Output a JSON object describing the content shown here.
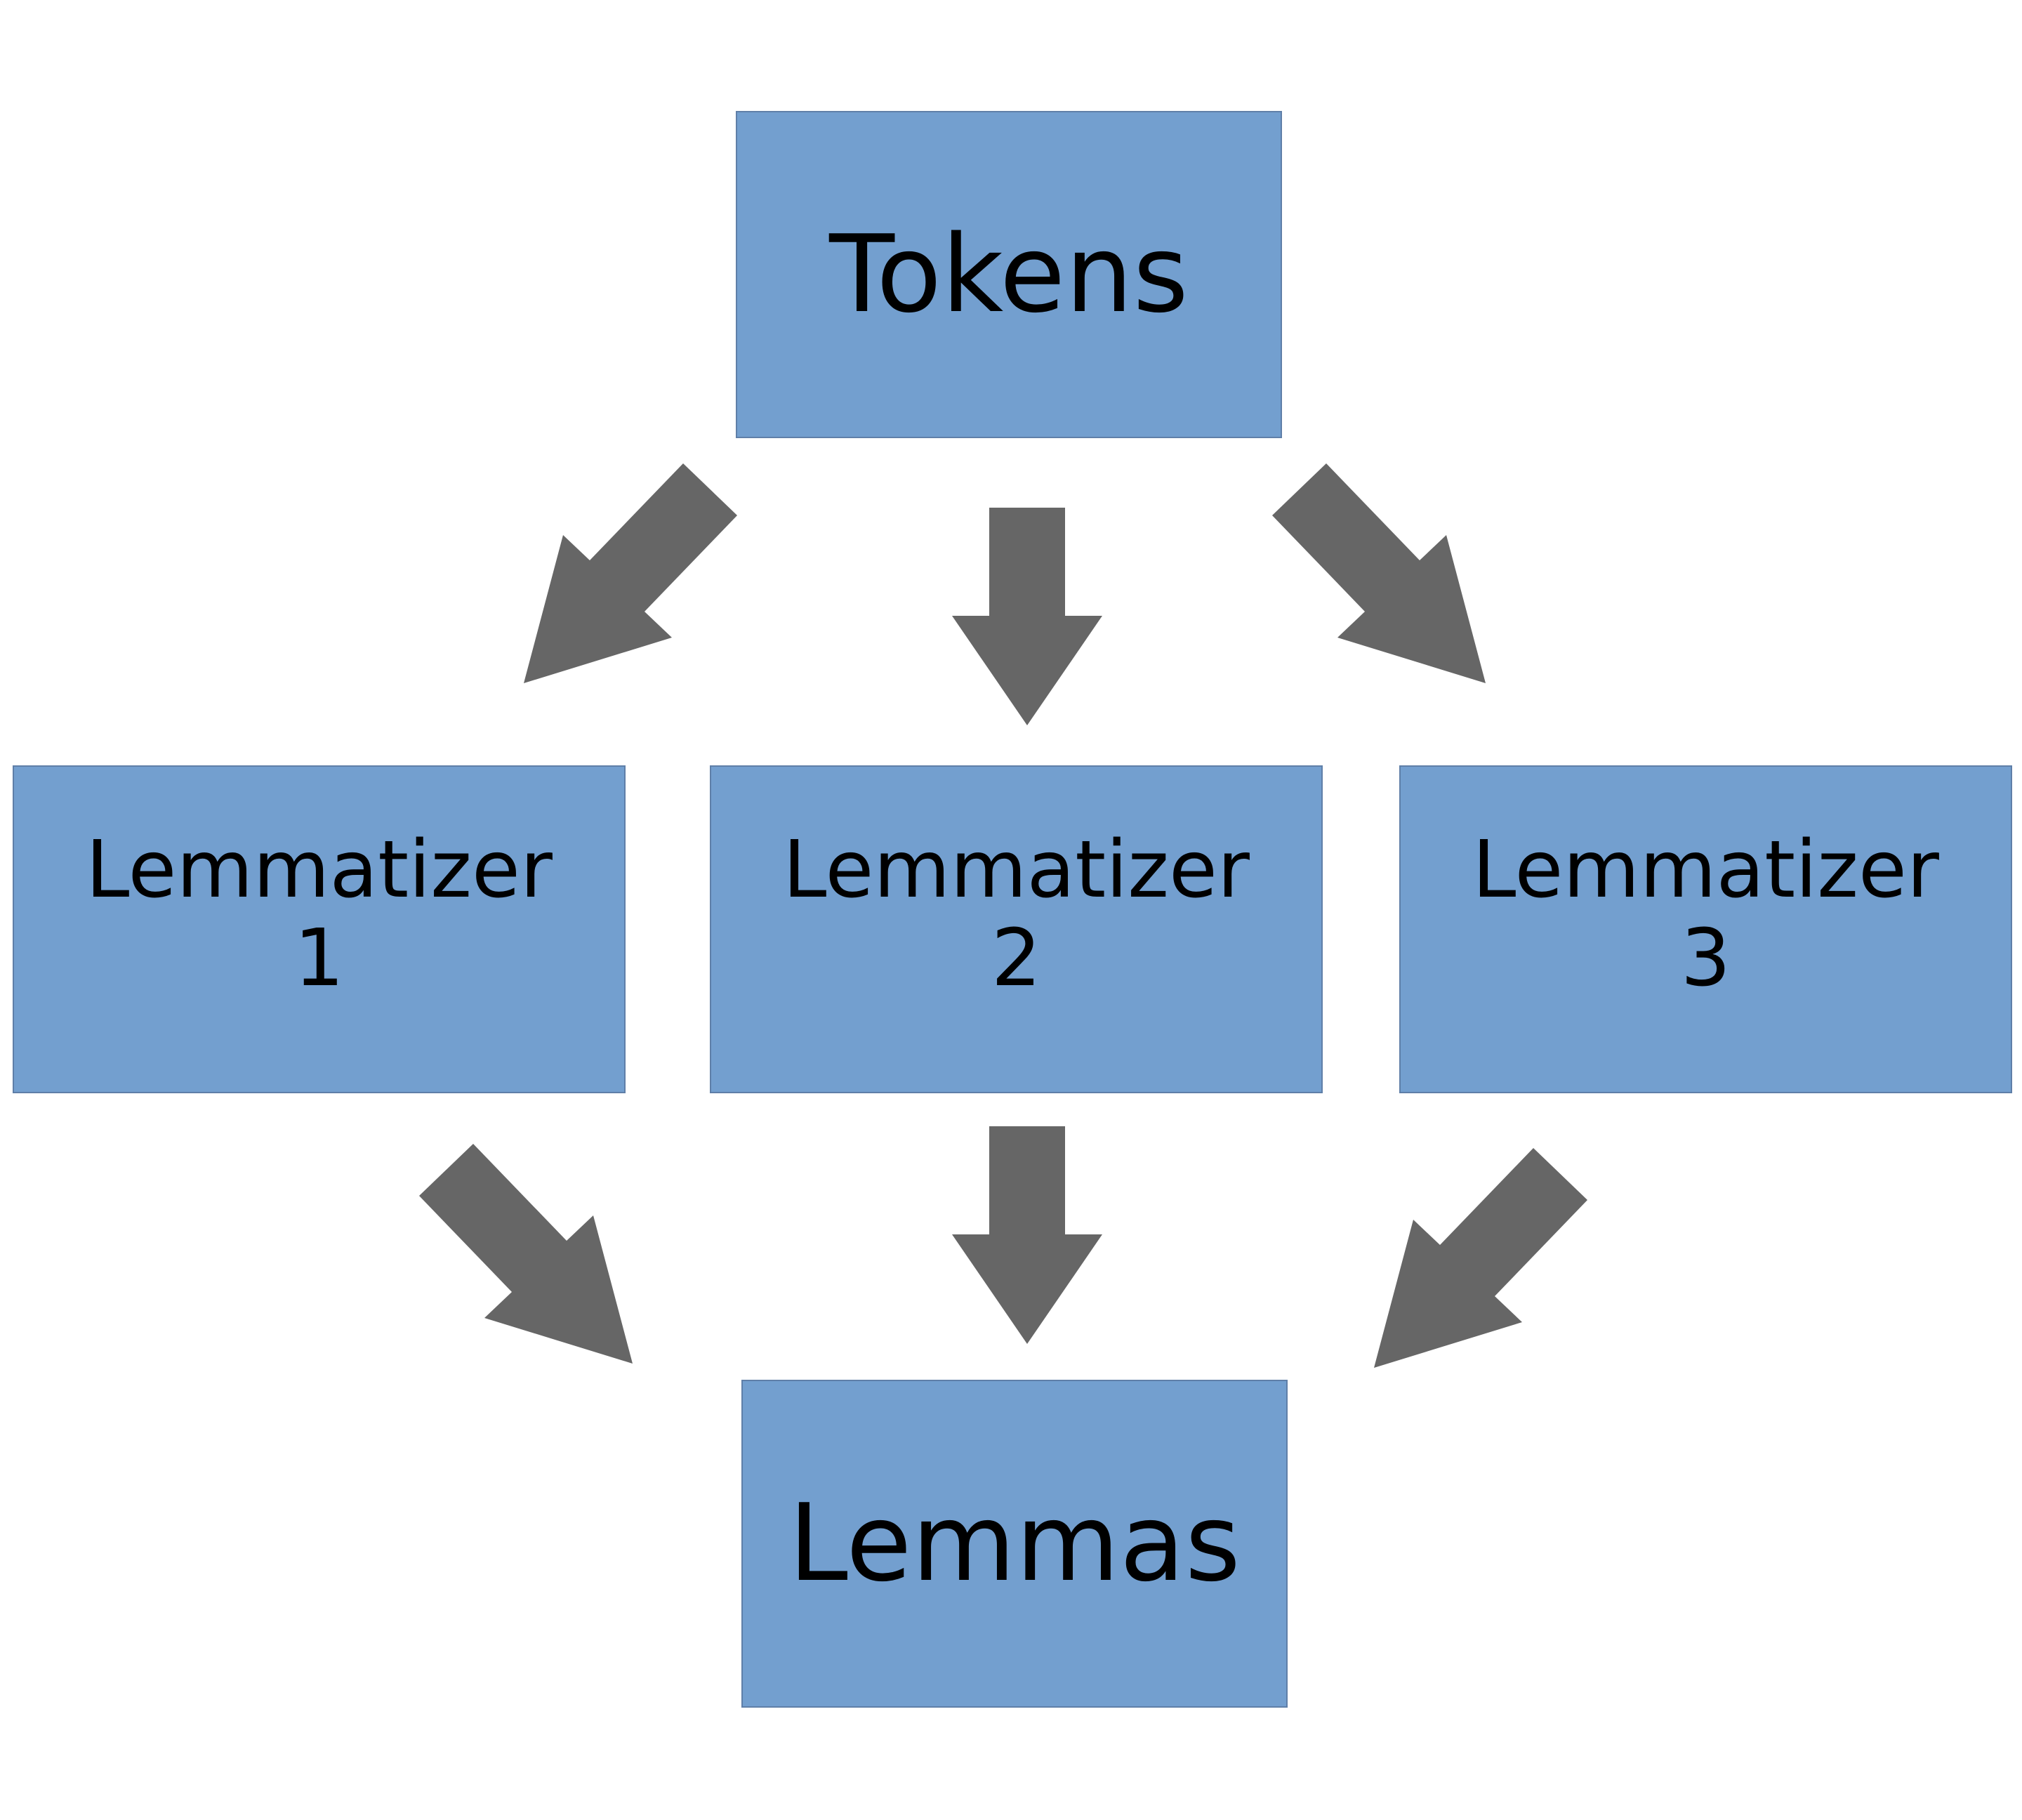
{
  "colors": {
    "box_fill": "#739fcf",
    "arrow_fill": "#666666",
    "text": "#000000"
  },
  "nodes": {
    "tokens": "Tokens",
    "lemmatizer_1": "Lemmatizer\n1",
    "lemmatizer_2": "Lemmatizer\n2",
    "lemmatizer_3": "Lemmatizer\n3",
    "lemmas": "Lemmas"
  },
  "edges": [
    {
      "from": "tokens",
      "to": "lemmatizer_1"
    },
    {
      "from": "tokens",
      "to": "lemmatizer_2"
    },
    {
      "from": "tokens",
      "to": "lemmatizer_3"
    },
    {
      "from": "lemmatizer_1",
      "to": "lemmas"
    },
    {
      "from": "lemmatizer_2",
      "to": "lemmas"
    },
    {
      "from": "lemmatizer_3",
      "to": "lemmas"
    }
  ]
}
